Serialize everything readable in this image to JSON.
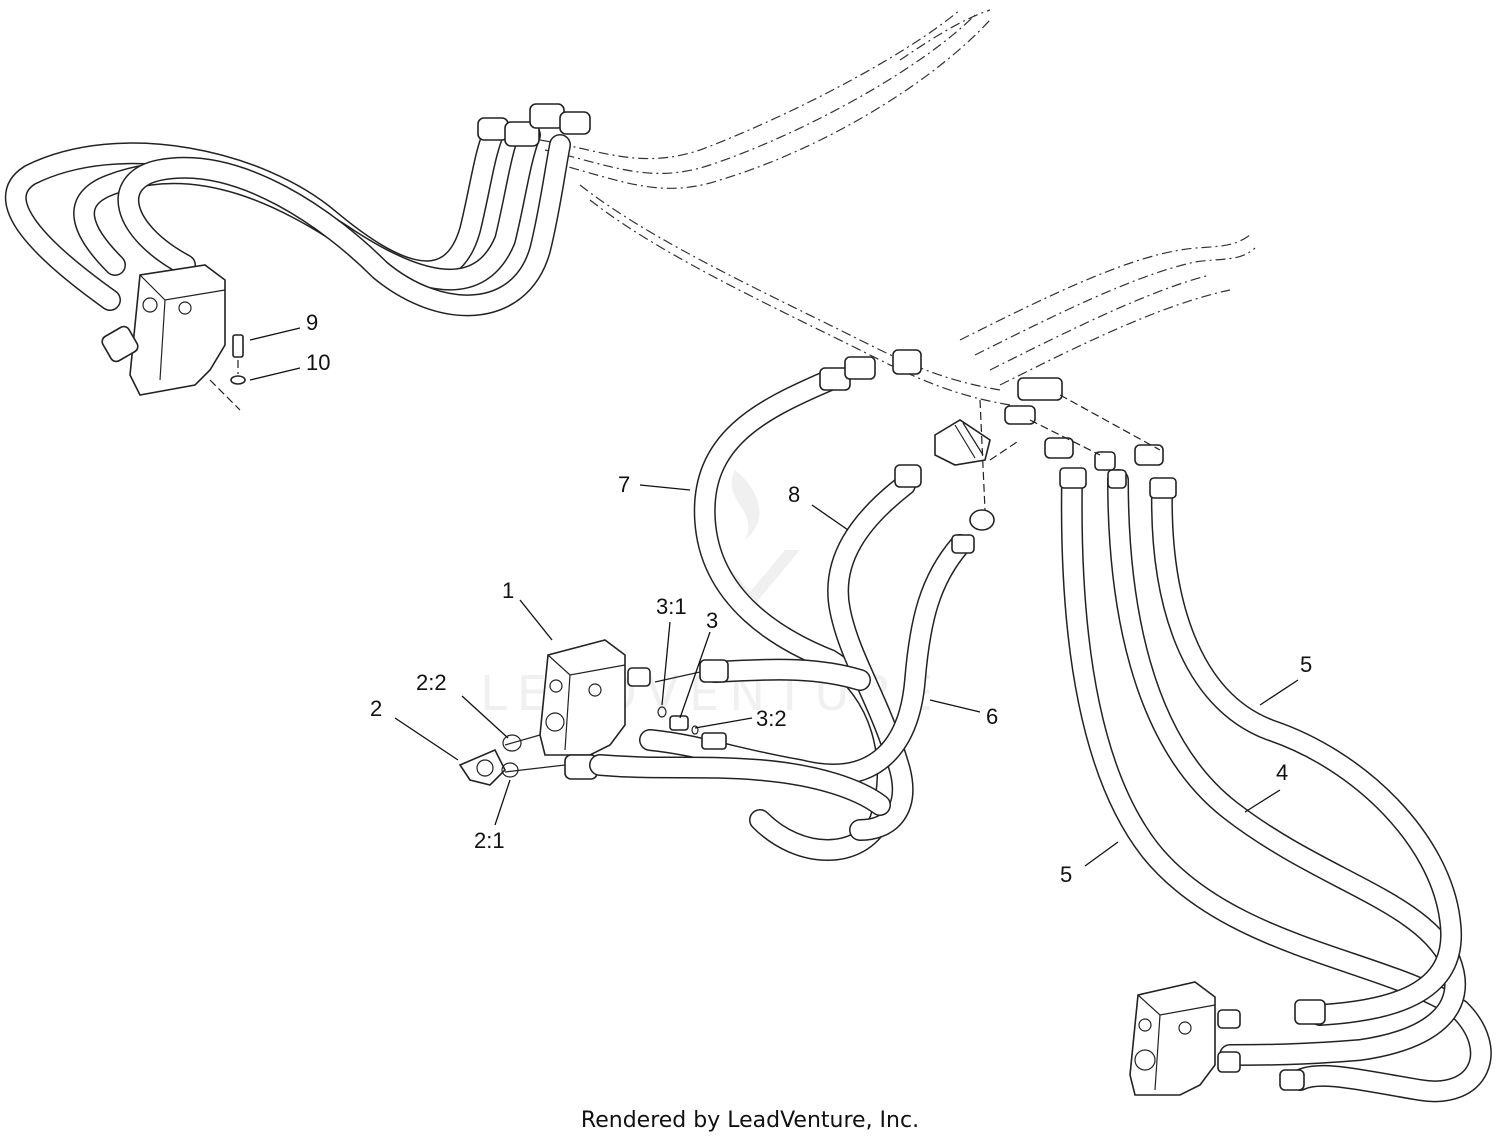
{
  "callouts": [
    {
      "label": "1"
    },
    {
      "label": "2"
    },
    {
      "label": "2:1"
    },
    {
      "label": "2:2"
    },
    {
      "label": "3"
    },
    {
      "label": "3:1"
    },
    {
      "label": "3:2"
    },
    {
      "label": "4"
    },
    {
      "label": "5"
    },
    {
      "label": "5"
    },
    {
      "label": "6"
    },
    {
      "label": "7"
    },
    {
      "label": "8"
    },
    {
      "label": "9"
    },
    {
      "label": "10"
    }
  ],
  "watermark": "LEADVENTURE",
  "footer": "Rendered by LeadVenture, Inc."
}
